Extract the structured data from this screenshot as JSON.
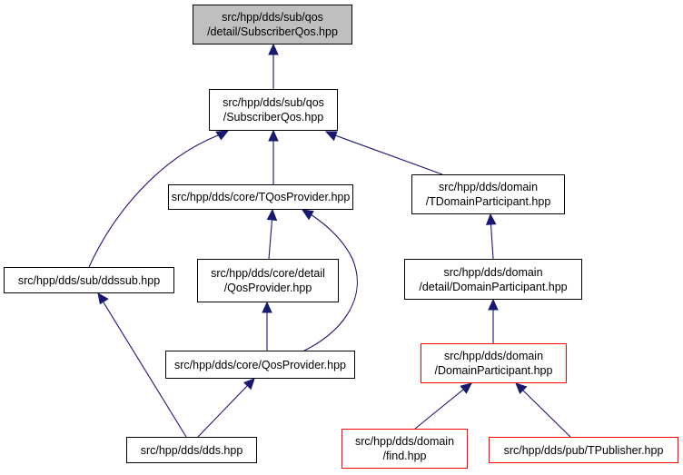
{
  "colors": {
    "edge": "#191970",
    "border_default": "#000000",
    "border_missing_file": "#ff0000",
    "current_fill": "#bfbfbf"
  },
  "nodes": {
    "detail_subscriberqos": {
      "line1": "src/hpp/dds/sub/qos",
      "line2": "/detail/SubscriberQos.hpp"
    },
    "subscriberqos": {
      "line1": "src/hpp/dds/sub/qos",
      "line2": "/SubscriberQos.hpp"
    },
    "tqosprovider": {
      "line1": "src/hpp/dds/core/TQosProvider.hpp"
    },
    "tdomainparticipant": {
      "line1": "src/hpp/dds/domain",
      "line2": "/TDomainParticipant.hpp"
    },
    "ddssub": {
      "line1": "src/hpp/dds/sub/ddssub.hpp"
    },
    "detail_qosprovider": {
      "line1": "src/hpp/dds/core/detail",
      "line2": "/QosProvider.hpp"
    },
    "detail_domainparticipant": {
      "line1": "src/hpp/dds/domain",
      "line2": "/detail/DomainParticipant.hpp"
    },
    "qosprovider": {
      "line1": "src/hpp/dds/core/QosProvider.hpp"
    },
    "domainparticipant": {
      "line1": "src/hpp/dds/domain",
      "line2": "/DomainParticipant.hpp"
    },
    "dds": {
      "line1": "src/hpp/dds/dds.hpp"
    },
    "find": {
      "line1": "src/hpp/dds/domain",
      "line2": "/find.hpp"
    },
    "tpublisher": {
      "line1": "src/hpp/dds/pub/TPublisher.hpp"
    }
  },
  "edges": [
    {
      "from": "subscriberqos",
      "to": "detail_subscriberqos"
    },
    {
      "from": "tqosprovider",
      "to": "subscriberqos"
    },
    {
      "from": "tdomainparticipant",
      "to": "subscriberqos"
    },
    {
      "from": "ddssub",
      "to": "subscriberqos"
    },
    {
      "from": "detail_qosprovider",
      "to": "tqosprovider"
    },
    {
      "from": "qosprovider",
      "to": "tqosprovider"
    },
    {
      "from": "qosprovider",
      "to": "detail_qosprovider"
    },
    {
      "from": "dds",
      "to": "ddssub"
    },
    {
      "from": "dds",
      "to": "qosprovider"
    },
    {
      "from": "detail_domainparticipant",
      "to": "tdomainparticipant"
    },
    {
      "from": "domainparticipant",
      "to": "detail_domainparticipant"
    },
    {
      "from": "find",
      "to": "domainparticipant"
    },
    {
      "from": "tpublisher",
      "to": "domainparticipant"
    }
  ]
}
